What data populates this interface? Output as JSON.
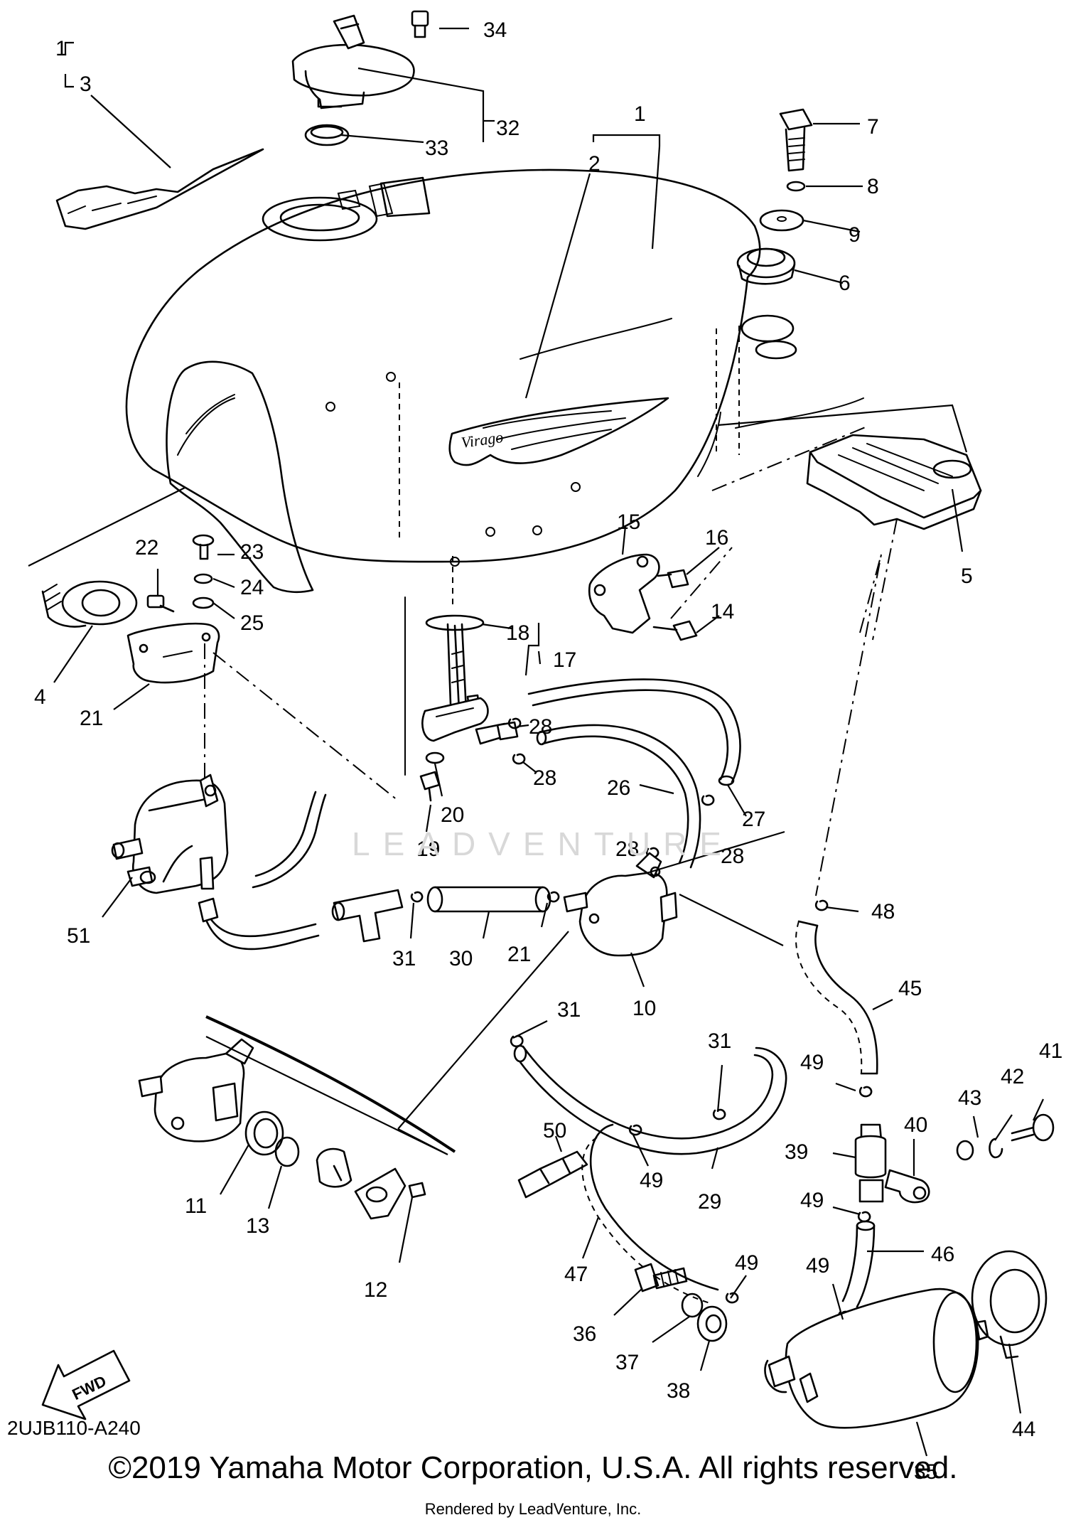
{
  "diagram": {
    "code": "2UJB110-A240",
    "copyright": "©2019 Yamaha Motor Corporation, U.S.A. All rights reserved.",
    "render_note": "Rendered by LeadVenture, Inc.",
    "watermark": "LEADVENTURE",
    "fwd_label": "FWD",
    "emblem_text": "Virago"
  },
  "callouts": {
    "c1a": "1",
    "c3": "3",
    "c34": "34",
    "c32": "32",
    "c33": "33",
    "c1b": "1",
    "c2": "2",
    "c7": "7",
    "c8": "8",
    "c9": "9",
    "c6": "6",
    "c5": "5",
    "c22": "22",
    "c23": "23",
    "c24": "24",
    "c25": "25",
    "c4": "4",
    "c21a": "21",
    "c15": "15",
    "c16": "16",
    "c14": "14",
    "c18": "18",
    "c17": "17",
    "c28a": "28",
    "c28b": "28",
    "c28c": "28",
    "c28d": "28",
    "c26": "26",
    "c27": "27",
    "c20": "20",
    "c19": "19",
    "c51": "51",
    "c31a": "31",
    "c30": "30",
    "c21b": "21",
    "c10": "10",
    "c48": "48",
    "c45": "45",
    "c31b": "31",
    "c31c": "31",
    "c49a": "49",
    "c43": "43",
    "c42": "42",
    "c41": "41",
    "c40": "40",
    "c39": "39",
    "c49b": "49",
    "c50": "50",
    "c49c": "49",
    "c29": "29",
    "c11": "11",
    "c13": "13",
    "c12": "12",
    "c47": "47",
    "c46": "46",
    "c49d": "49",
    "c49e": "49",
    "c36": "36",
    "c37": "37",
    "c38": "38",
    "c44": "44",
    "c35": "35"
  }
}
